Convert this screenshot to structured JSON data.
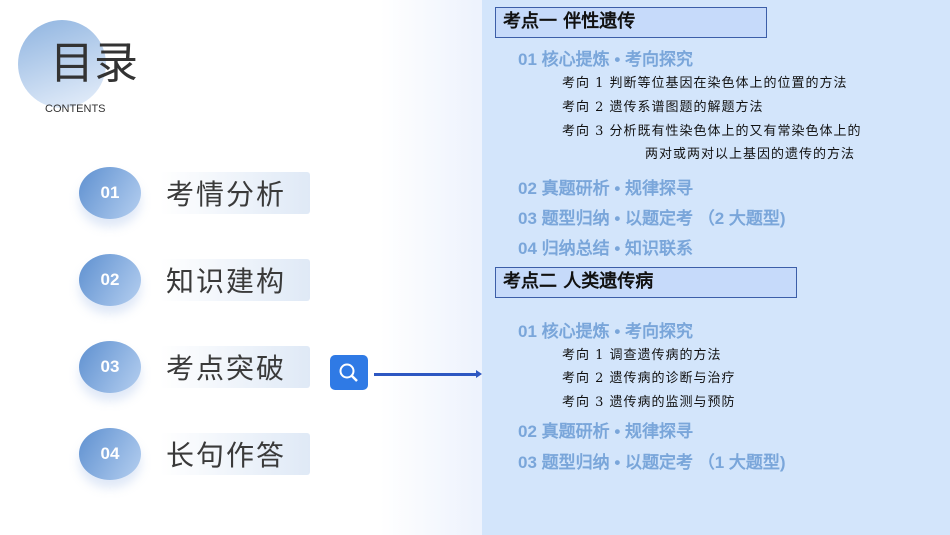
{
  "title": "目录",
  "subtitle": "CONTENTS",
  "menu": [
    {
      "num": "01",
      "label": "考情分析"
    },
    {
      "num": "02",
      "label": "知识建构"
    },
    {
      "num": "03",
      "label": "考点突破"
    },
    {
      "num": "04",
      "label": "长句作答"
    }
  ],
  "sections": [
    {
      "title": "考点一  伴性遗传",
      "headings": [
        "01  核心提炼 • 考向探究",
        "02  真题研析 • 规律探寻",
        "03  题型归纳 • 以题定考 （2 大题型)",
        "04  归纳总结 • 知识联系"
      ],
      "items": [
        "考向 1 判断等位基因在染色体上的位置的方法",
        "考向 2  遗传系谱图题的解题方法",
        "考向 3  分析既有性染色体上的又有常染色体上的",
        "两对或两对以上基因的遗传的方法"
      ]
    },
    {
      "title": "考点二 人类遗传病",
      "headings": [
        "01  核心提炼 • 考向探究",
        "02  真题研析 • 规律探寻",
        "03  题型归纳 • 以题定考 （1 大题型)"
      ],
      "items": [
        "考向 1  调查遗传病的方法",
        "考向 2  遗传病的诊断与治疗",
        "考向 3  遗传病的监测与预防"
      ]
    }
  ]
}
